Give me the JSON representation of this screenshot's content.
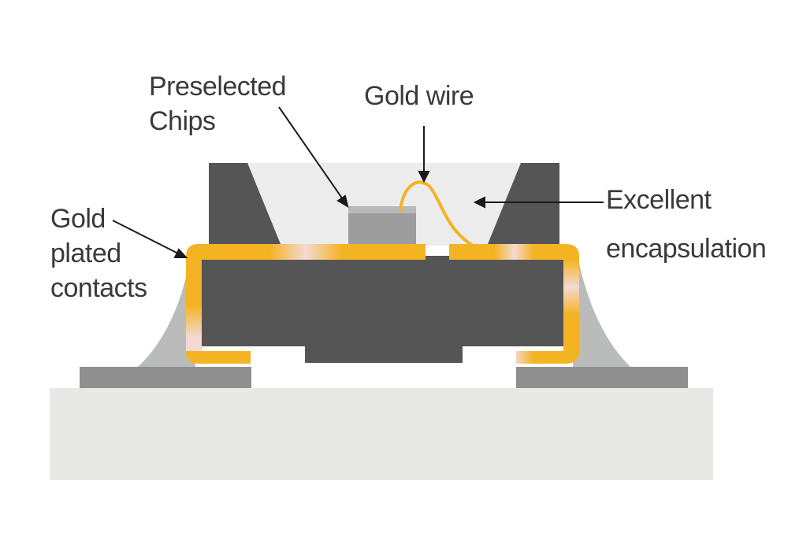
{
  "labels": {
    "preselected_chips": [
      "Preselected",
      "Chips"
    ],
    "gold_wire": [
      "Gold wire"
    ],
    "gold_plated_contacts": [
      "Gold",
      "plated",
      "contacts"
    ],
    "excellent_encapsulation": [
      "Excellent",
      "encapsulation"
    ]
  },
  "colors": {
    "background": "#ffffff",
    "board": "#e8e8e6",
    "solder_pad": "#8f8f8f",
    "solder_fillet": "#b9bcba",
    "package_body": "#555555",
    "encapsulation": "#ececec",
    "chip": "#9d9d9d",
    "gold": "#f4b323",
    "gold_highlight": "#f3d9d2",
    "arrow": "#1a1a1a",
    "text": "#3a3a3a"
  }
}
